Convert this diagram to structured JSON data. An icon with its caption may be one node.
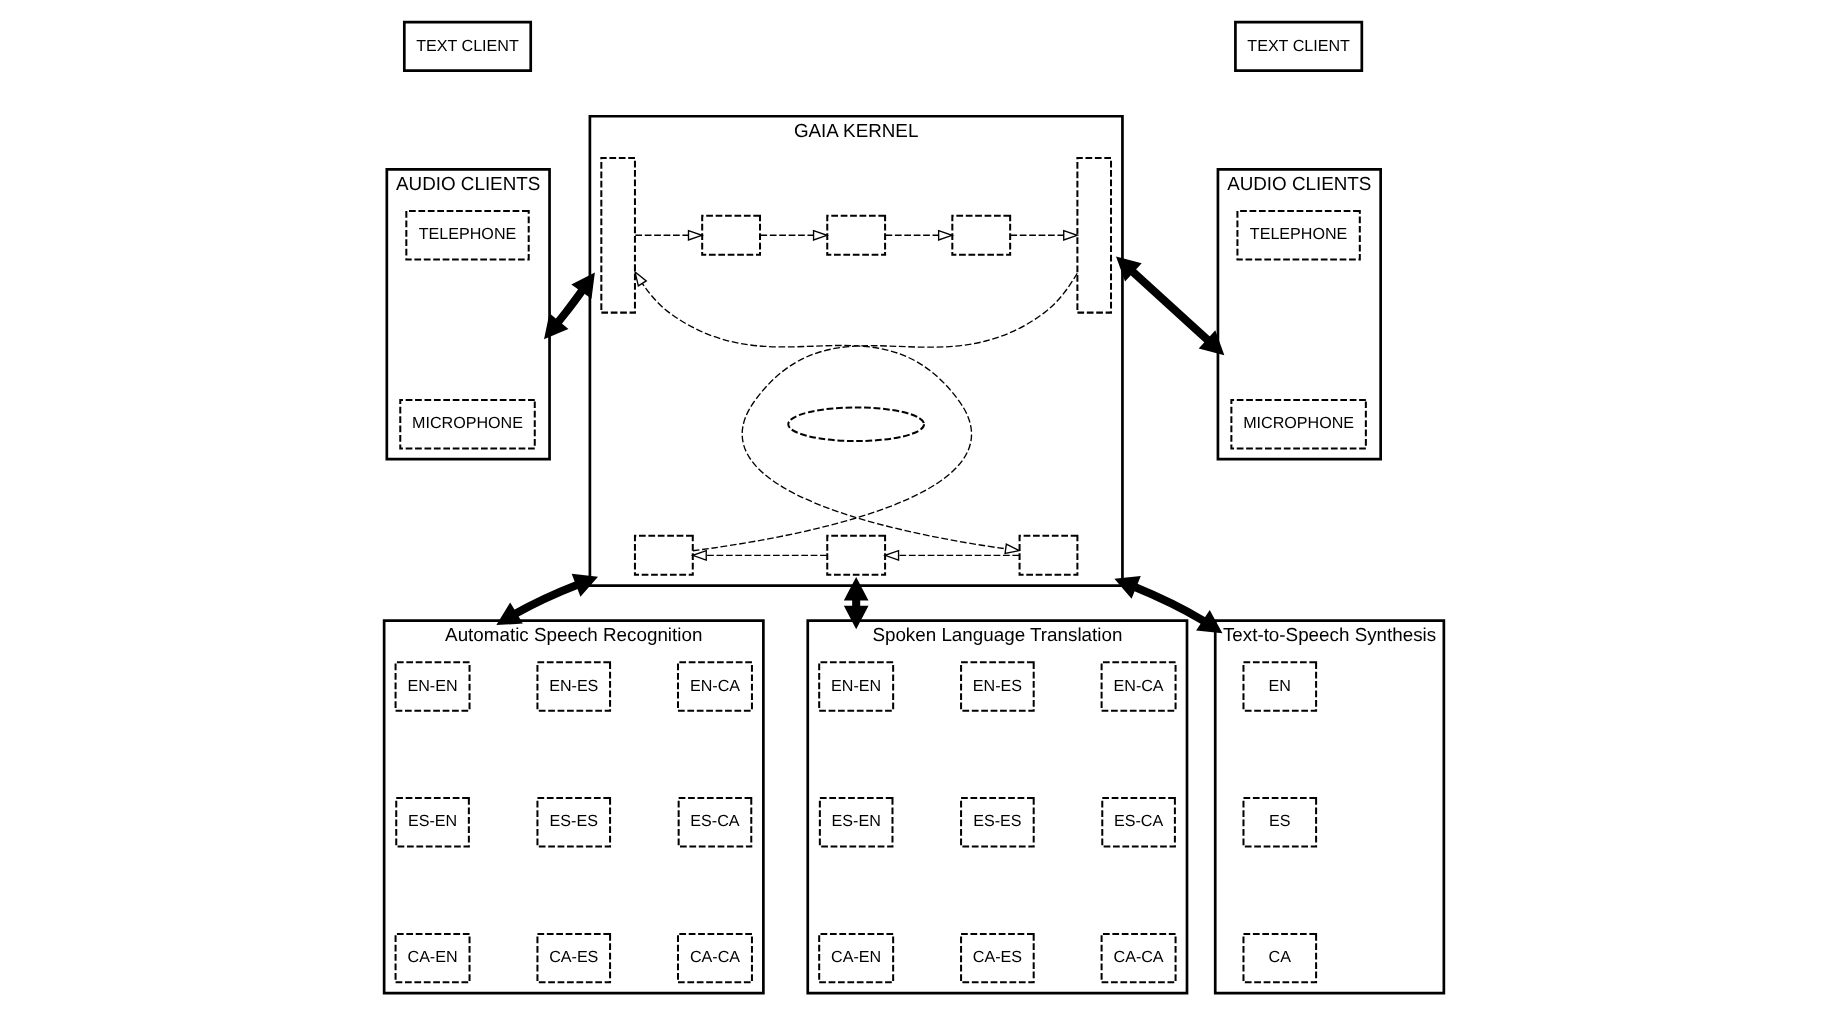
{
  "diagram": {
    "nodes": [
      {
        "text": [
          "TEXT CLIENT"
        ]
      },
      {
        "text": [
          "AUDIO CLIENTS"
        ]
      },
      {
        "text": [
          "TELEPHONE"
        ],
        "in": 1
      },
      {
        "text": [
          "MICROPHONE"
        ],
        "in": 1
      },
      {
        "text": [
          "GAIA KERNEL"
        ]
      },
      {
        "text": [],
        "shape": "box",
        "in": 4
      },
      {
        "text": [],
        "shape": "box",
        "in": 4
      },
      {
        "text": [],
        "shape": "box",
        "in": 4
      },
      {
        "text": [],
        "shape": "box",
        "in": 4
      },
      {
        "text": [],
        "shape": "box",
        "in": 4
      },
      {
        "text": [],
        "shape": "ellipse",
        "in": 4
      },
      {
        "text": [],
        "shape": "box",
        "in": 4
      },
      {
        "text": [],
        "shape": "box",
        "in": 4
      },
      {
        "text": [],
        "shape": "box",
        "in": 4
      },
      {
        "text": [
          "TEXT CLIENT"
        ]
      },
      {
        "text": [
          "AUDIO CLIENTS"
        ]
      },
      {
        "text": [
          "TELEPHONE"
        ],
        "in": 15
      },
      {
        "text": [
          "MICROPHONE"
        ],
        "in": 15
      },
      {
        "text": [
          "Automatic Speech Recognition"
        ]
      },
      {
        "text": [
          "EN-EN"
        ],
        "in": 18
      },
      {
        "text": [
          "EN-ES"
        ],
        "in": 18
      },
      {
        "text": [
          "EN-CA"
        ],
        "in": 18
      },
      {
        "text": [
          "ES-EN"
        ],
        "in": 18
      },
      {
        "text": [
          "ES-ES"
        ],
        "in": 18
      },
      {
        "text": [
          "ES-CA"
        ],
        "in": 18
      },
      {
        "text": [
          "CA-EN"
        ],
        "in": 18
      },
      {
        "text": [
          "CA-ES"
        ],
        "in": 18
      },
      {
        "text": [
          "CA-CA"
        ],
        "in": 18
      },
      {
        "text": [
          "Spoken Language Translation"
        ]
      },
      {
        "text": [
          "EN-EN"
        ],
        "in": 28
      },
      {
        "text": [
          "EN-ES"
        ],
        "in": 28
      },
      {
        "text": [
          "EN-CA"
        ],
        "in": 28
      },
      {
        "text": [
          "ES-EN"
        ],
        "in": 28
      },
      {
        "text": [
          "ES-ES"
        ],
        "in": 28
      },
      {
        "text": [
          "ES-CA"
        ],
        "in": 28
      },
      {
        "text": [
          "CA-EN"
        ],
        "in": 28
      },
      {
        "text": [
          "CA-ES"
        ],
        "in": 28
      },
      {
        "text": [
          "CA-CA"
        ],
        "in": 28
      },
      {
        "text": [
          "Text-to-Speech Synthesis"
        ]
      },
      {
        "text": [
          "EN"
        ],
        "in": 38
      },
      {
        "text": [
          "ES"
        ],
        "in": 38
      },
      {
        "text": [
          "CA"
        ],
        "in": 38
      }
    ],
    "edges": [
      {
        "from": 1,
        "to": 4,
        "arrow": "both",
        "style": "thick"
      },
      {
        "from": 4,
        "to": 15,
        "arrow": "both",
        "style": "thick"
      },
      {
        "from": 4,
        "to": 18,
        "arrow": "both",
        "style": "thick"
      },
      {
        "from": 4,
        "to": 28,
        "arrow": "both",
        "style": "thick"
      },
      {
        "from": 4,
        "to": 38,
        "arrow": "both",
        "style": "thick"
      },
      {
        "from": 5,
        "to": 6,
        "arrow": "to",
        "style": "dashed"
      },
      {
        "from": 6,
        "to": 7,
        "arrow": "to",
        "style": "dashed"
      },
      {
        "from": 7,
        "to": 8,
        "arrow": "to",
        "style": "dashed"
      },
      {
        "from": 8,
        "to": 9,
        "arrow": "to",
        "style": "dashed"
      },
      {
        "from": 9,
        "to": 13,
        "arrow": "to",
        "style": "dashed"
      },
      {
        "from": 13,
        "to": 12,
        "arrow": "to",
        "style": "dashed"
      },
      {
        "from": 12,
        "to": 11,
        "arrow": "to",
        "style": "dashed"
      },
      {
        "from": 11,
        "to": 5,
        "arrow": "to",
        "style": "dashed"
      }
    ]
  }
}
